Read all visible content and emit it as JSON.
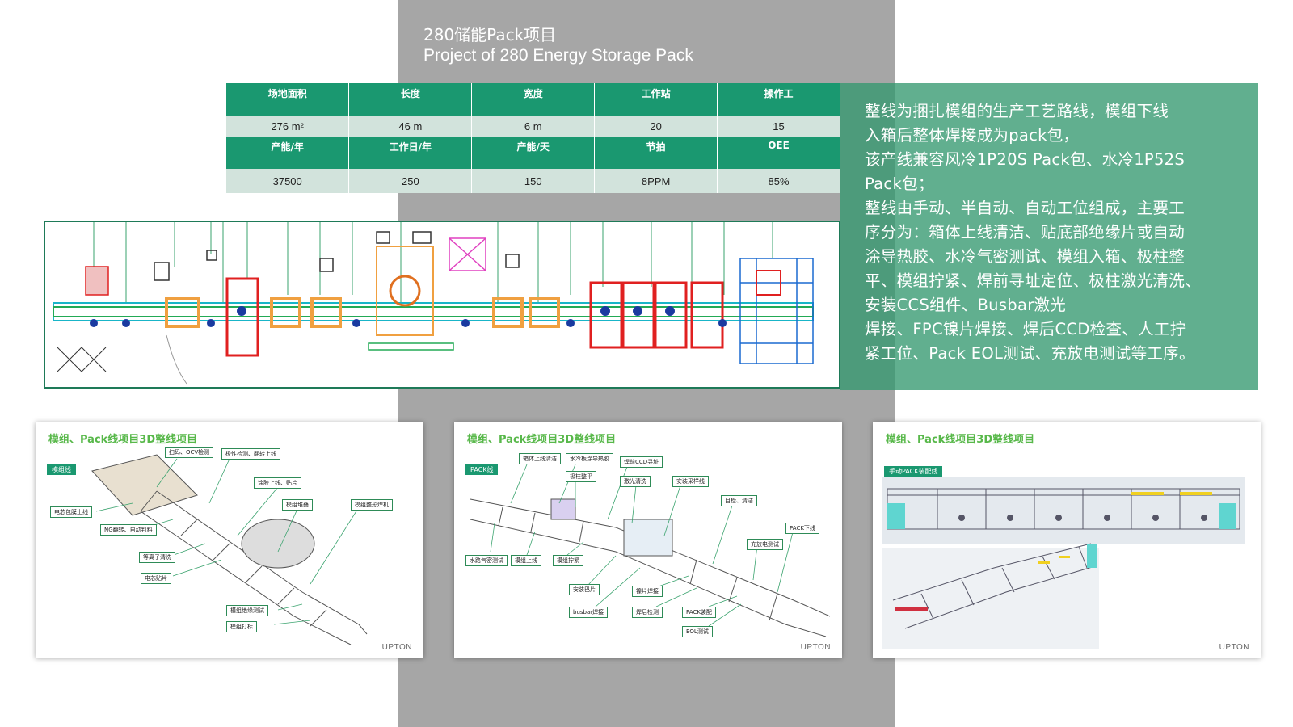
{
  "title": {
    "zh": "280储能Pack项目",
    "en": "Project of 280 Energy Storage Pack"
  },
  "specs": {
    "headers1": [
      "场地面积",
      "长度",
      "宽度",
      "工作站",
      "操作工"
    ],
    "values1": [
      "276 m²",
      "46 m",
      "6 m",
      "20",
      "15"
    ],
    "headers2": [
      "产能/年",
      "工作日/年",
      "产能/天",
      "节拍",
      "OEE"
    ],
    "values2": [
      "37500",
      "250",
      "150",
      "8PPM",
      "85%"
    ]
  },
  "description": {
    "lines": [
      "整线为捆扎模组的生产工艺路线，模组下线",
      "入箱后整体焊接成为pack包，",
      "该产线兼容风冷1P20S Pack包、水冷1P52S",
      " Pack包；",
      "整线由手动、半自动、自动工位组成，主要工",
      "序分为：箱体上线清洁、贴底部绝缘片或自动",
      "涂导热胶、水冷气密测试、模组入箱、极柱整",
      "平、模组拧紧、焊前寻址定位、极柱激光清洗、",
      "安装CCS组件、Busbar激光",
      "焊接、FPC镍片焊接、焊后CCD检查、人工拧",
      "紧工位、Pack EOL测试、充放电测试等工序。"
    ]
  },
  "cards": [
    {
      "title": "模组、Pack线项目3D整线项目",
      "tag": "模组线",
      "brand": "UPTON",
      "callouts": [
        "扫码、OCV检测",
        "极性检测、翻转上线",
        "电芯包膜上线",
        "涂胶上线、贴片",
        "模组堆叠",
        "模组整形焊机",
        "NG翻转、自动判料",
        "等离子清洗",
        "电芯贴片",
        "模组绝缘测试",
        "模组打标"
      ]
    },
    {
      "title": "模组、Pack线项目3D整线项目",
      "tag": "PACK线",
      "brand": "UPTON",
      "callouts": [
        "箱体上线清洁",
        "水冷板涂导热胶",
        "焊前CCD寻址",
        "极柱整平",
        "激光清洗",
        "安装采样线",
        "目检、清洁",
        "PACK下线",
        "充放电测试",
        "水路气密测试",
        "模组上线",
        "模组拧紧",
        "安装巴片",
        "busbar焊接",
        "镍片焊接",
        "焊后检测",
        "PACK装配",
        "EOL测试"
      ]
    },
    {
      "title": "模组、Pack线项目3D整线项目",
      "tag": "手动PACK装配线",
      "brand": "UPTON",
      "callouts": []
    }
  ],
  "colors": {
    "accent_green": "#1a9870",
    "title_green": "#58b84a",
    "gray_band": "#a6a6a6"
  }
}
